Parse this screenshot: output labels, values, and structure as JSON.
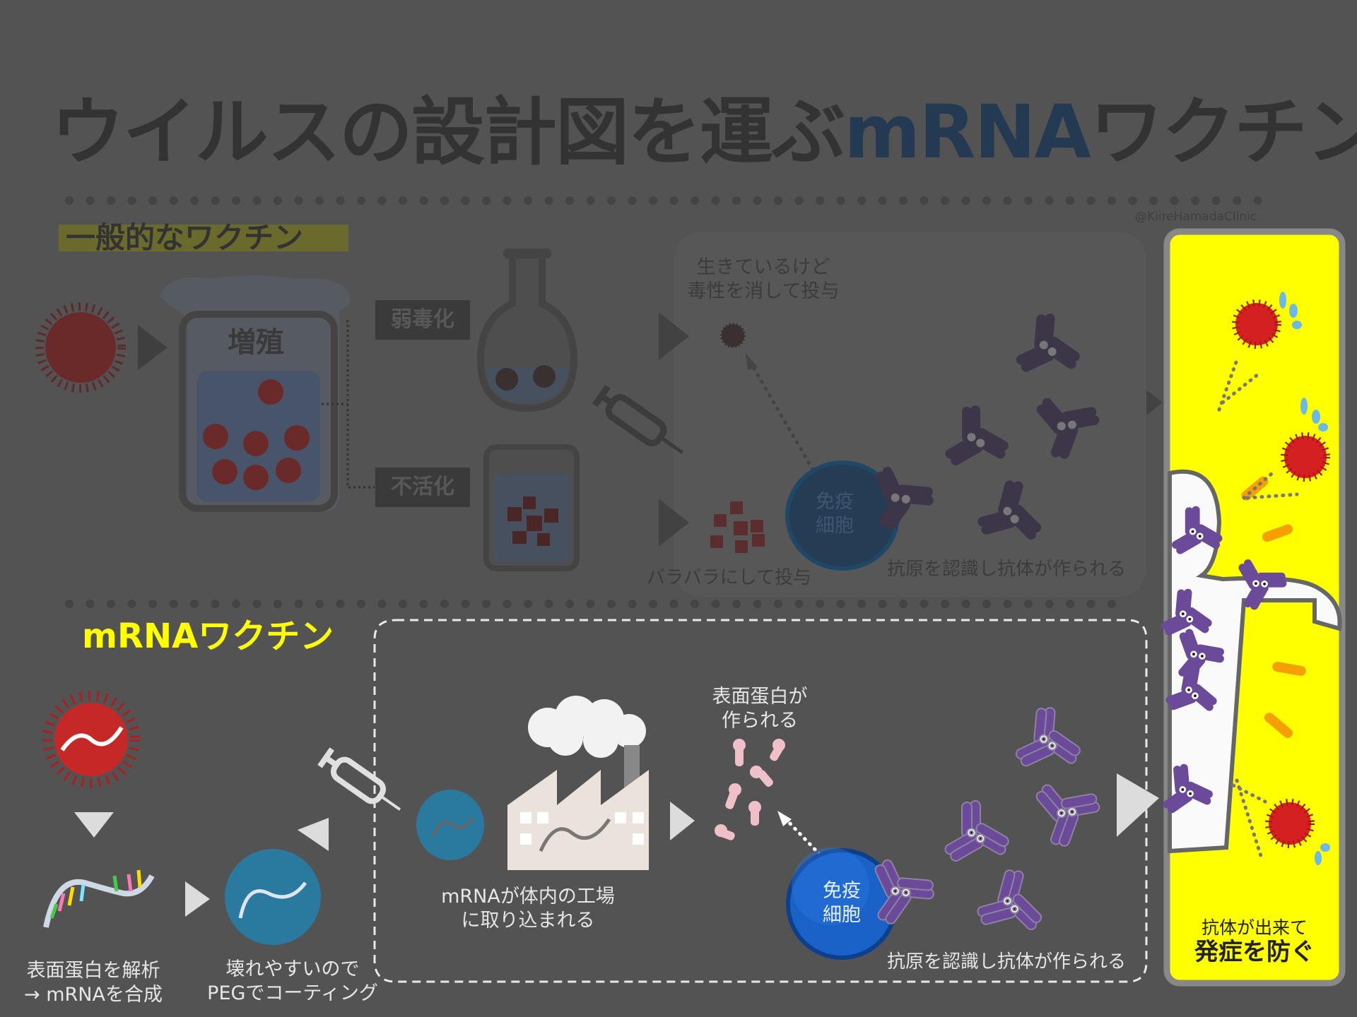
{
  "title": {
    "part1": "ウイルスの設計図を運ぶ",
    "highlight": "mRNA",
    "part2": "ワクチン"
  },
  "credit": "@KiireHamadaClinic",
  "conventional": {
    "heading": "一般的なワクチン",
    "multiply": "増殖",
    "attenuated": "弱毒化",
    "inactivated": "不活化",
    "live_note": [
      "生きているけど",
      "毒性を消して投与"
    ],
    "fragment_note": "バラバラにして投与",
    "immune_cell": [
      "免疫",
      "細胞"
    ],
    "antibody_note": "抗原を認識し抗体が作られる"
  },
  "mrna": {
    "heading": "mRNAワクチン",
    "step1": [
      "表面蛋白を解析",
      "→ mRNAを合成"
    ],
    "step2": [
      "壊れやすいので",
      "PEGでコーティング"
    ],
    "step3": [
      "mRNAが体内の工場",
      "に取り込まれる"
    ],
    "step4": [
      "表面蛋白が",
      "作られる"
    ],
    "immune_cell": [
      "免疫",
      "細胞"
    ],
    "antibody_note": "抗原を認識し抗体が作られる"
  },
  "result": {
    "line1": "抗体が出来て",
    "line2": "発症を防ぐ"
  },
  "colors": {
    "background": "#535353",
    "accent_yellow": "#ffff00",
    "virus_red": "#d42020",
    "antibody_purple": "#6b4a9a",
    "immune_blue": "#1a62c8"
  }
}
